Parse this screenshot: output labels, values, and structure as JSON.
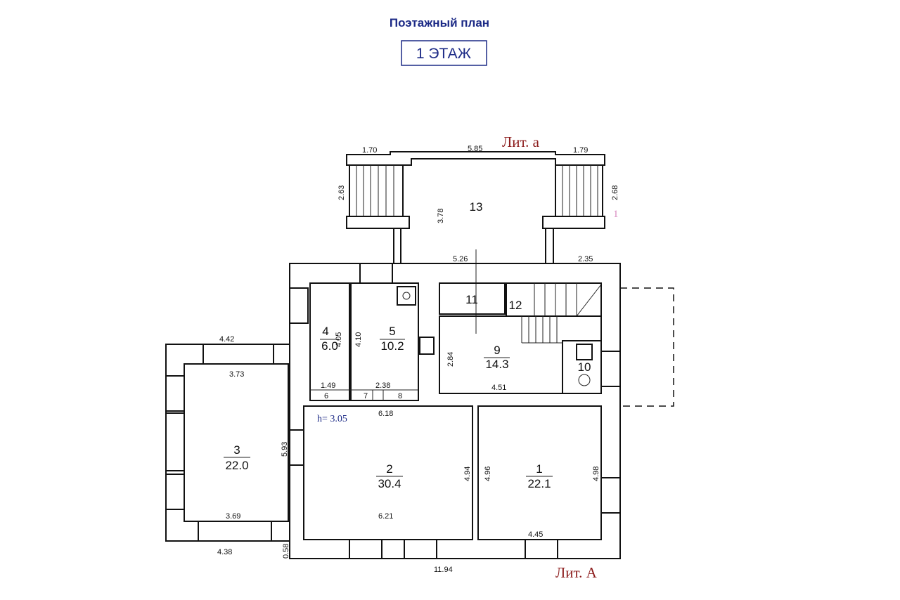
{
  "header": {
    "title": "Поэтажный план",
    "floor_label": "1 ЭТАЖ"
  },
  "labels": {
    "lit_a_small": "Лит. а",
    "lit_a_big": "Лит. А",
    "ceiling_height": "h= 3.05",
    "pink_mark": "1"
  },
  "rooms": [
    {
      "num": "1",
      "area": "22.1"
    },
    {
      "num": "2",
      "area": "30.4"
    },
    {
      "num": "3",
      "area": "22.0"
    },
    {
      "num": "4",
      "area": "6.0"
    },
    {
      "num": "5",
      "area": "10.2"
    },
    {
      "num": "6"
    },
    {
      "num": "7"
    },
    {
      "num": "8"
    },
    {
      "num": "9",
      "area": "14.3"
    },
    {
      "num": "10"
    },
    {
      "num": "11"
    },
    {
      "num": "12"
    },
    {
      "num": "13"
    }
  ],
  "dimensions": {
    "d170": "1.70",
    "d585": "5.85",
    "d179": "1.79",
    "d263": "2.63",
    "d268": "2.68",
    "d378": "3.78",
    "d526": "5.26",
    "d235": "2.35",
    "d442": "4.42",
    "d373": "3.73",
    "d405": "4.05",
    "d410": "4.10",
    "d284": "2.84",
    "d149": "1.49",
    "d238": "2.38",
    "d451": "4.51",
    "d618": "6.18",
    "d593": "5.93",
    "d494": "4.94",
    "d496": "4.96",
    "d498": "4.98",
    "d369": "3.69",
    "d621": "6.21",
    "d445": "4.45",
    "d438": "4.38",
    "d058": "0.58",
    "d1194": "11.94"
  }
}
